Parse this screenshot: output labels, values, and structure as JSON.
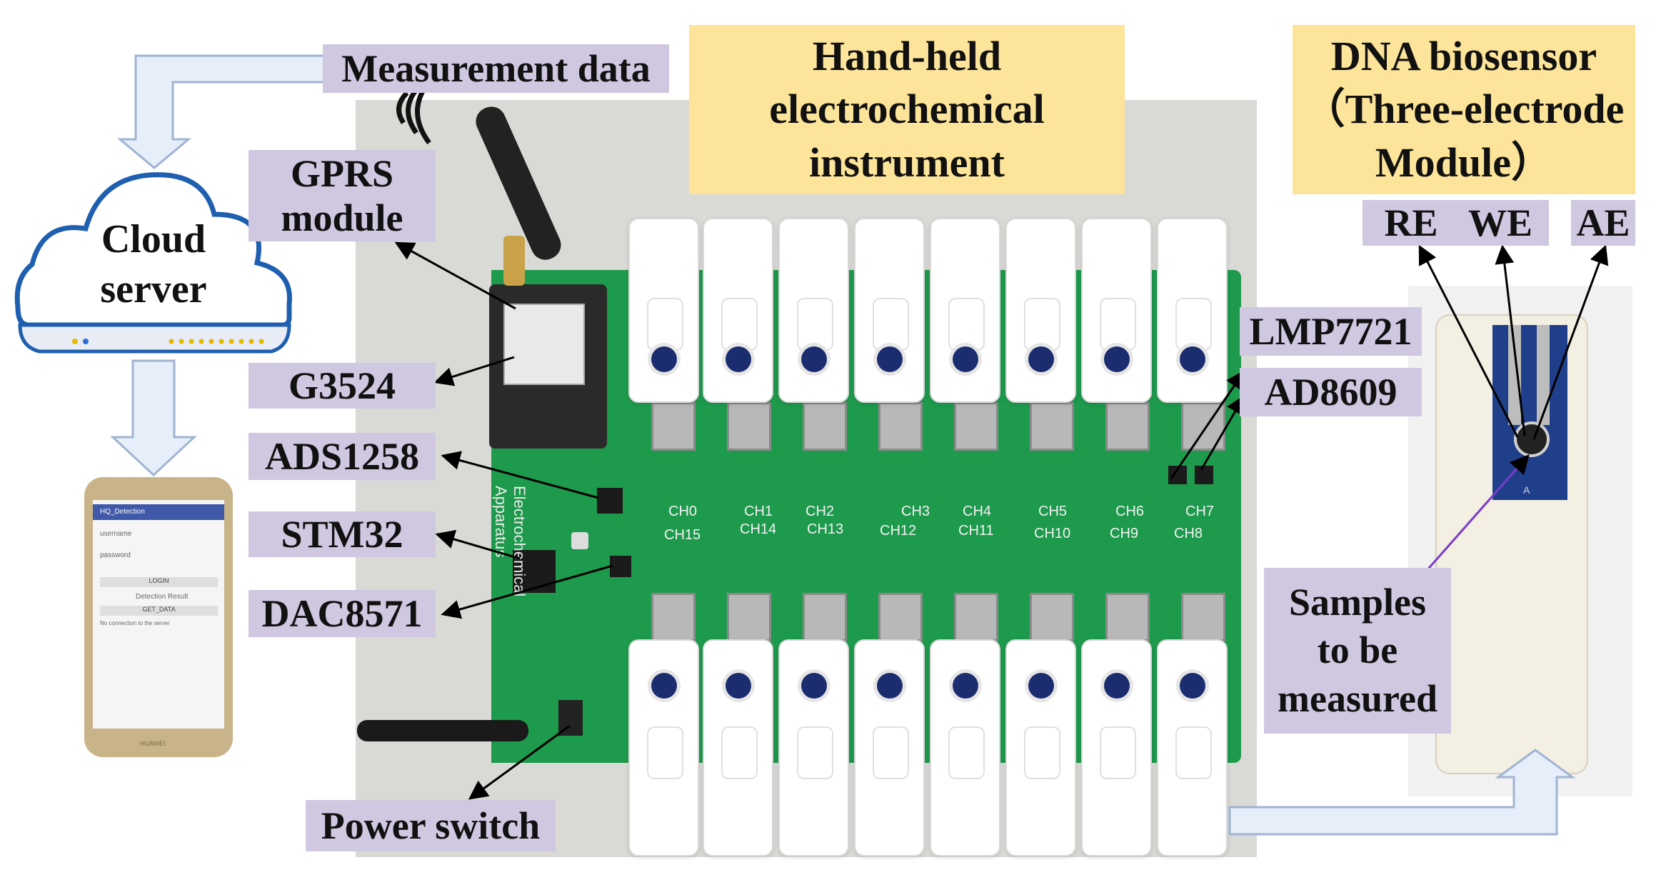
{
  "labels": {
    "measurement_data": "Measurement data",
    "gprs_line1": "GPRS",
    "gprs_line2": "module",
    "g3524": "G3524",
    "ads1258": "ADS1258",
    "stm32": "STM32",
    "dac8571": "DAC8571",
    "power_switch": "Power switch",
    "lmp7721": "LMP7721",
    "ad8609": "AD8609",
    "re": "RE",
    "we": "WE",
    "ae": "AE",
    "samples_line1": "Samples",
    "samples_line2": "to be",
    "samples_line3": "measured"
  },
  "titles": {
    "instrument_line1": "Hand-held",
    "instrument_line2": "electrochemical",
    "instrument_line3": "instrument",
    "biosensor_line1": "DNA biosensor",
    "biosensor_line2": "（Three-electrode",
    "biosensor_line3": "Module）"
  },
  "cloud": {
    "line1": "Cloud",
    "line2": "server"
  },
  "board": {
    "silkscreen_line1": "Electrochemical",
    "silkscreen_line2": "Apparatus",
    "channels_top": [
      "CH0",
      "CH1",
      "CH2",
      "CH3",
      "CH4",
      "CH5",
      "CH6",
      "CH7"
    ],
    "channels_bottom": [
      "CH15",
      "CH14",
      "CH13",
      "CH12",
      "CH11",
      "CH10",
      "CH9",
      "CH8"
    ]
  },
  "phone": {
    "app_title": "HQ_Detection",
    "field1": "username",
    "field2": "password",
    "button1": "LOGIN",
    "result": "Detection Result",
    "button2": "GET_DATA",
    "status": "No connection to the server",
    "brand": "HUAWEI"
  },
  "module_letter": "A",
  "colors": {
    "label_bg": "#d0c8e0",
    "title_bg": "#fce49a",
    "pcb": "#1e9a4c",
    "arrow_fill": "#e6eef9",
    "arrow_stroke": "#9fb3d3",
    "electrode_blue": "#1f3f8a",
    "samples_arrow": "#7a3cc9"
  }
}
